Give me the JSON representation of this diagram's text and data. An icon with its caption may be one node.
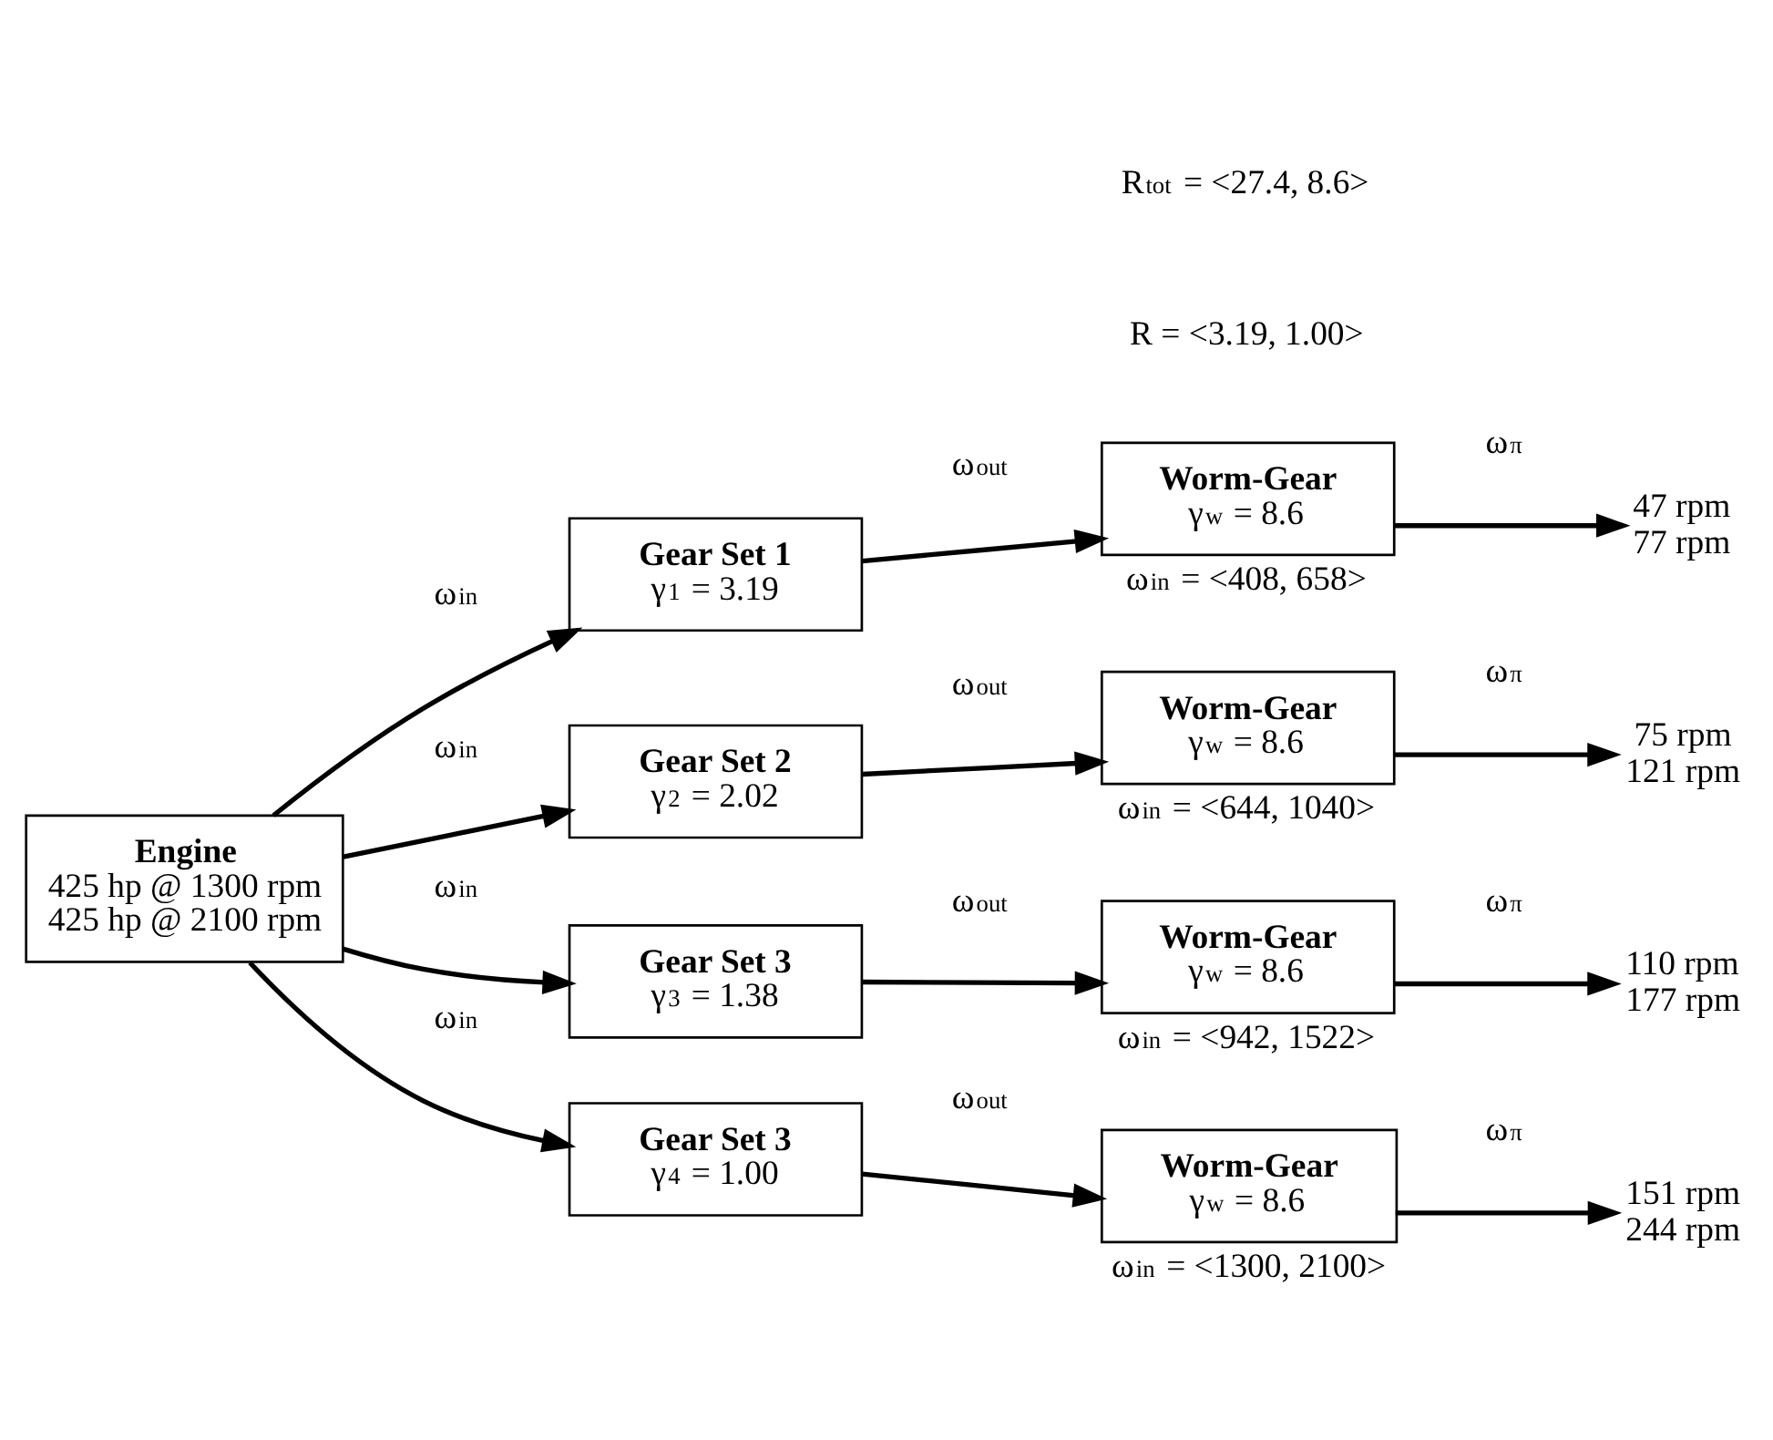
{
  "diagram": {
    "nodes": [
      {
        "text": [
          "Engine",
          "425 hp @ 1300 rpm",
          "425 hp @ 2100 rpm"
        ]
      },
      {
        "text": [
          "Gear Set 1",
          "γ$_{1}$ = 3.19"
        ]
      },
      {
        "text": [
          "Worm-Gear",
          "γ$_{w}$ = 8.6"
        ],
        "beside": [
          "ω$_{in}$ = <408, 658>"
        ]
      },
      {
        "text": [
          "47 rpm",
          "77 rpm"
        ]
      },
      {
        "text": [
          "Gear Set 2",
          "γ$_{2}$ = 2.02"
        ]
      },
      {
        "text": [
          "Worm-Gear",
          "γ$_{w}$ = 8.6"
        ],
        "beside": [
          "ω$_{in}$ = <644, 1040>"
        ]
      },
      {
        "text": [
          "75 rpm",
          "121 rpm"
        ]
      },
      {
        "text": [
          "Gear Set 3",
          "γ$_{3}$ = 1.38"
        ]
      },
      {
        "text": [
          "Worm-Gear",
          "γ$_{w}$ = 8.6"
        ],
        "beside": [
          "ω$_{in}$ = <942, 1522>"
        ]
      },
      {
        "text": [
          "110 rpm",
          "177 rpm"
        ]
      },
      {
        "text": [
          "Gear Set 3",
          "γ$_{4}$ = 1.00"
        ]
      },
      {
        "text": [
          "Worm-Gear",
          "γ$_{w}$ = 8.6"
        ],
        "beside": [
          "ω$_{in}$ = <1300, 2100>"
        ]
      },
      {
        "text": [
          "151 rpm",
          "244 rpm"
        ]
      }
    ],
    "edges": [
      {
        "from": 0,
        "to": 1,
        "arrow": "to",
        "label": "ω$_{in}$"
      },
      {
        "from": 1,
        "to": 2,
        "arrow": "to",
        "label": "ω$_{out}$"
      },
      {
        "from": 2,
        "to": 3,
        "arrow": "to",
        "label": "ω$_{π}$"
      },
      {
        "from": 0,
        "to": 4,
        "arrow": "to",
        "label": "ω$_{in}$"
      },
      {
        "from": 4,
        "to": 5,
        "arrow": "to",
        "label": "ω$_{out}$"
      },
      {
        "from": 5,
        "to": 6,
        "arrow": "to",
        "label": "ω$_{π}$"
      },
      {
        "from": 0,
        "to": 7,
        "arrow": "to",
        "label": "ω$_{in}$"
      },
      {
        "from": 7,
        "to": 8,
        "arrow": "to",
        "label": "ω$_{out}$"
      },
      {
        "from": 8,
        "to": 9,
        "arrow": "to",
        "label": "ω$_{π}$"
      },
      {
        "from": 0,
        "to": 10,
        "arrow": "to",
        "label": "ω$_{in}$"
      },
      {
        "from": 10,
        "to": 11,
        "arrow": "to",
        "label": "ω$_{out}$"
      },
      {
        "from": 11,
        "to": 12,
        "arrow": "to",
        "label": "ω$_{π}$"
      }
    ],
    "labels": [
      "R = <3.19, 1.00>",
      "R$_{tot}$ = <27.4, 8.6>"
    ]
  }
}
